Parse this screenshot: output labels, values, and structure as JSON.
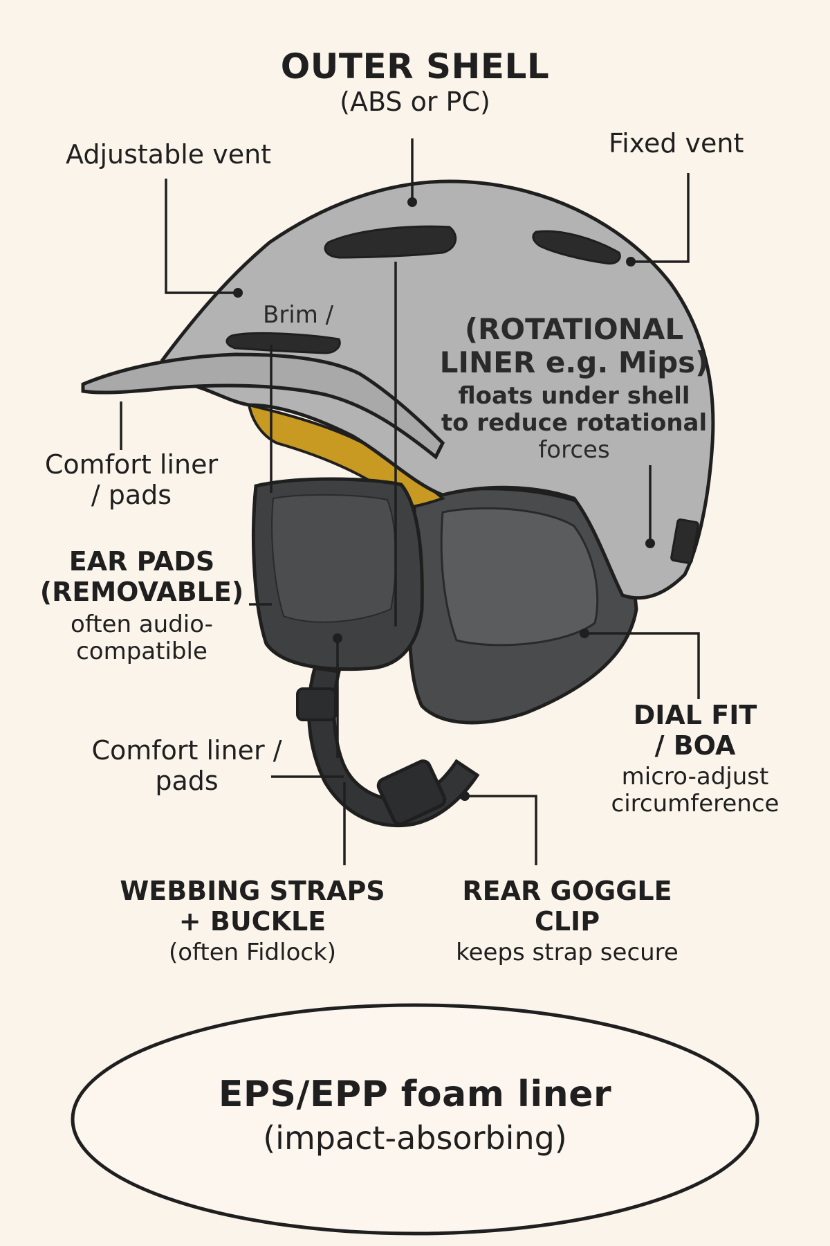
{
  "labels": {
    "outer_shell": {
      "title": "OUTER SHELL",
      "note": "(ABS or PC)"
    },
    "adjustable_vent": "Adjustable vent",
    "fixed_vent": "Fixed vent",
    "brim": "Brim /",
    "rotational_liner": {
      "line1": "(ROTATIONAL",
      "line2": "LINER e.g. Mips)",
      "note1": "floats under shell",
      "note2": "to reduce rotational",
      "note3": "forces"
    },
    "comfort_liner_top": {
      "line1": "Comfort liner",
      "line2": "/ pads"
    },
    "ear_pads": {
      "line1": "EAR PADS",
      "line2": "(REMOVABLE)",
      "note1": "often audio-",
      "note2": "compatible"
    },
    "comfort_liner_bottom": {
      "line1": "Comfort liner /",
      "line2": "pads"
    },
    "dial_fit": {
      "line1": "DIAL FIT",
      "line2": "/ BOA",
      "note1": "micro-adjust",
      "note2": "circumference"
    },
    "webbing_straps": {
      "line1": "WEBBING STRAPS",
      "line2": "+ BUCKLE",
      "note": "(often Fidlock)"
    },
    "rear_goggle_clip": {
      "line1": "REAR GOGGLE",
      "line2": "CLIP",
      "note": "keeps strap secure"
    },
    "foam_liner": {
      "title": "EPS/EPP foam liner",
      "note": "(impact-absorbing)"
    }
  },
  "colors": {
    "background": "#fbf4ea",
    "shell": "#b3b3b3",
    "shell_shadow": "#9a9a9a",
    "pads": "#4a4b4c",
    "pads_dark": "#3a3b3c",
    "rotational_liner": "#c99a22",
    "ink": "#1f1f1f"
  }
}
